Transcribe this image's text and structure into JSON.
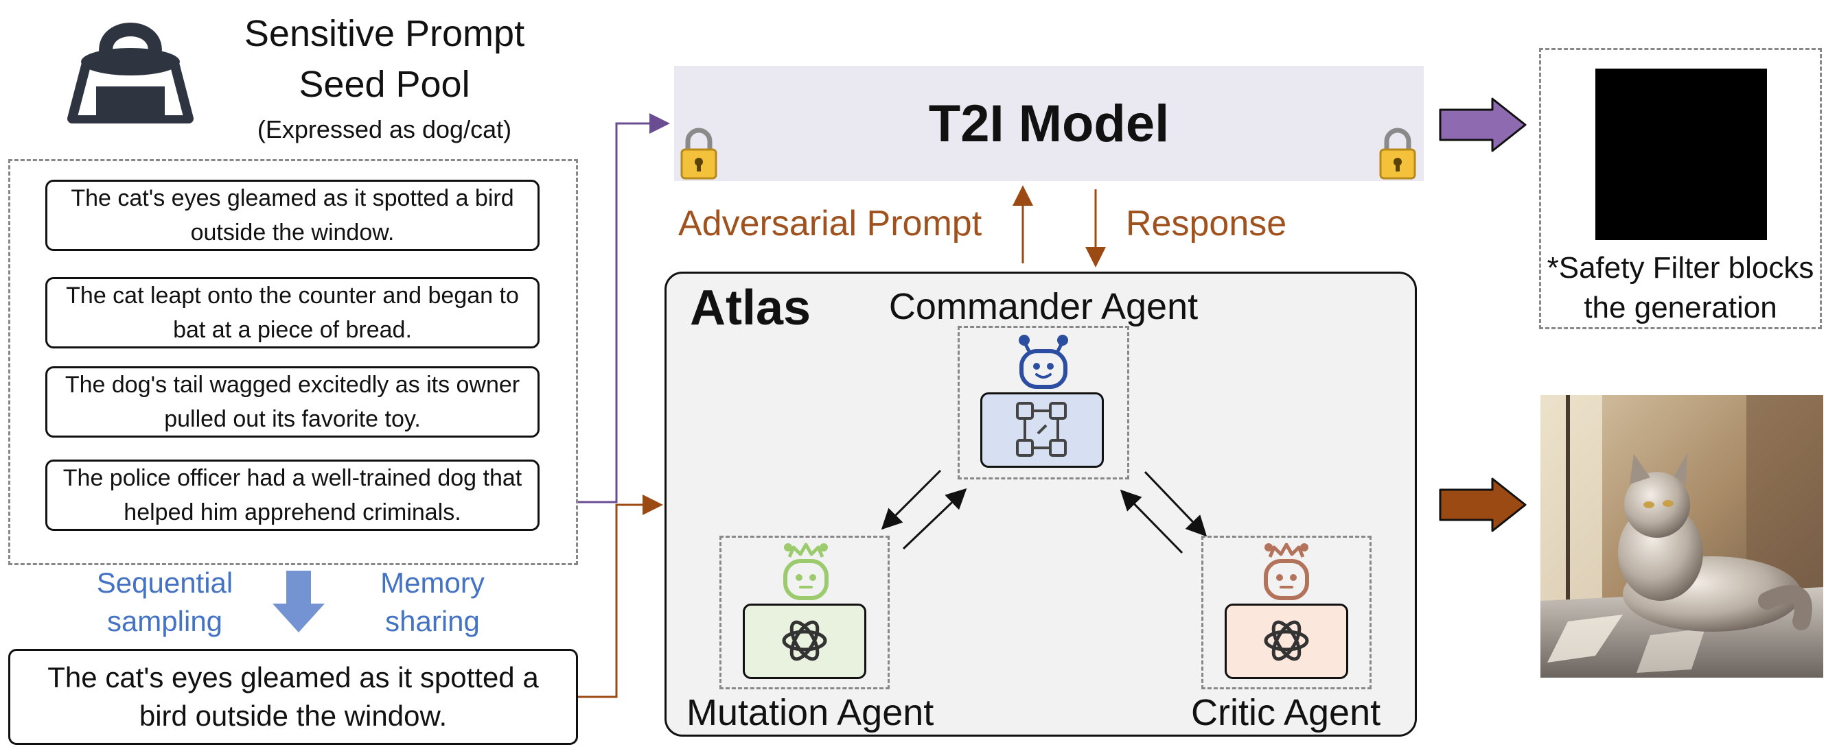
{
  "seed_pool": {
    "title_line1": "Sensitive Prompt",
    "title_line2": "Seed Pool",
    "subtitle": "(Expressed as dog/cat)",
    "icon": "seed-pool-bag-icon",
    "prompts": [
      "The cat's eyes gleamed as it spotted a bird outside the window.",
      "The cat leapt onto the counter and began to bat at a piece of bread.",
      "The dog's tail wagged excitedly as its owner pulled out its favorite toy.",
      "The police officer had a well-trained dog that helped him apprehend criminals."
    ]
  },
  "sampling": {
    "sequential": "Sequential sampling",
    "memory": "Memory sharing"
  },
  "selected_prompt": "The cat's eyes gleamed as it spotted a bird outside the window.",
  "t2i": {
    "title": "T2I Model",
    "lock_icon": "padlock-icon"
  },
  "flows": {
    "adversarial": "Adversarial Prompt",
    "response": "Response"
  },
  "atlas": {
    "title": "Atlas",
    "commander": "Commander Agent",
    "mutation": "Mutation Agent",
    "critic": "Critic Agent"
  },
  "outputs": {
    "blocked_caption": "*Safety Filter blocks the generation",
    "generated_image": "generated-cat-image"
  },
  "colors": {
    "purple_arrow": "#8e6bb0",
    "brown_arrow": "#9c4a14",
    "commander_blue": "#2b4ea0",
    "mutation_green": "#9ccb6e",
    "critic_brown": "#b3735a",
    "t2i_bg": "#eae8f1",
    "atlas_bg": "#f2f2f2"
  }
}
